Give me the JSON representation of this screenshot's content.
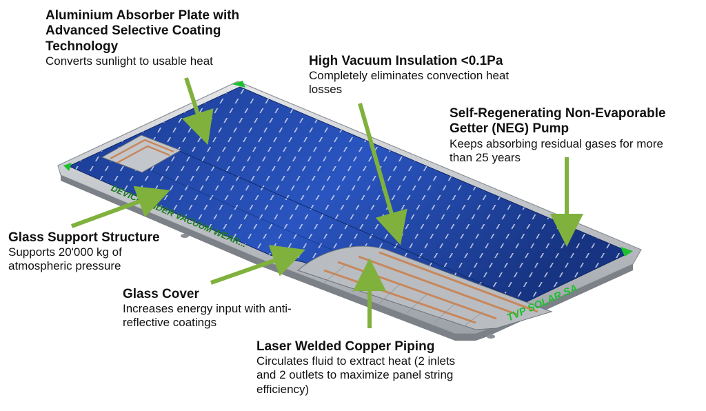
{
  "callouts": {
    "absorber": {
      "title": "Aluminium Absorber Plate with Advanced Selective Coating Technology",
      "desc": "Converts sunlight to usable heat"
    },
    "vacuum": {
      "title": "High Vacuum Insulation <0.1Pa",
      "desc": "Completely eliminates convection heat losses"
    },
    "getter": {
      "title": "Self-Regenerating Non-Evaporable Getter (NEG) Pump",
      "desc": "Keeps absorbing residual gases for more than 25 years"
    },
    "support": {
      "title": "Glass Support Structure",
      "desc": "Supports 20'000 kg of atmospheric pressure"
    },
    "glass": {
      "title": "Glass Cover",
      "desc": "Increases energy input with anti-reflective coatings"
    },
    "piping": {
      "title": "Laser Welded Copper Piping",
      "desc": "Circulates fluid to extract heat (2 inlets and 2 outlets to maximize panel string efficiency)"
    }
  },
  "panel": {
    "edge_text": "DEVICE UNDER VACUUM  WEAR...",
    "brand": "TVP SOLAR SA"
  },
  "colors": {
    "arrow": "#7fb13c",
    "absorber_blue": "#1d3f99",
    "frame": "#c4c8cc",
    "copper": "#c8875a",
    "brand_green": "#1fbf2f"
  }
}
